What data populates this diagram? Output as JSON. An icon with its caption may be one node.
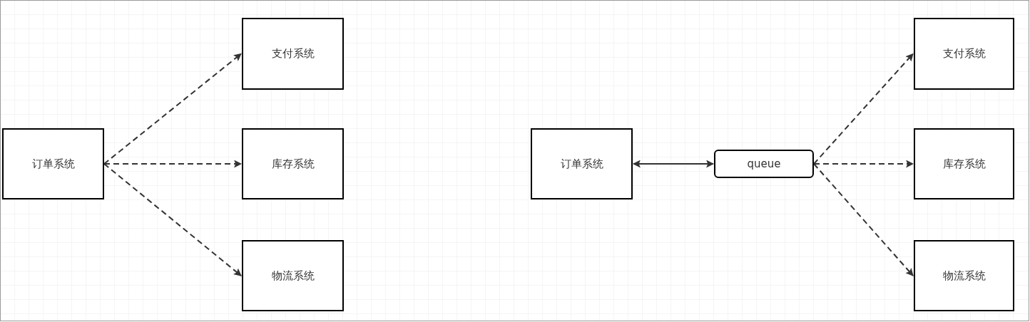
{
  "diagram": {
    "nodes": [
      {
        "text": [
          "订单系统"
        ]
      },
      {
        "text": [
          "支付系统"
        ]
      },
      {
        "text": [
          "库存系统"
        ]
      },
      {
        "text": [
          "物流系统"
        ]
      },
      {
        "text": [
          "订单系统"
        ]
      },
      {
        "text": [
          "queue"
        ]
      },
      {
        "text": [
          "支付系统"
        ]
      },
      {
        "text": [
          "库存系统"
        ]
      },
      {
        "text": [
          "物流系统"
        ]
      }
    ],
    "edges": [
      {
        "from": 0,
        "to": 1,
        "arrow": "to",
        "style": "dashed"
      },
      {
        "from": 0,
        "to": 2,
        "arrow": "to",
        "style": "dashed"
      },
      {
        "from": 0,
        "to": 3,
        "arrow": "to",
        "style": "dashed"
      },
      {
        "from": 4,
        "to": 5,
        "arrow": "both"
      },
      {
        "from": 5,
        "to": 6,
        "arrow": "to",
        "style": "dashed"
      },
      {
        "from": 5,
        "to": 7,
        "arrow": "to",
        "style": "dashed"
      },
      {
        "from": 5,
        "to": 8,
        "arrow": "to",
        "style": "dashed"
      }
    ]
  }
}
